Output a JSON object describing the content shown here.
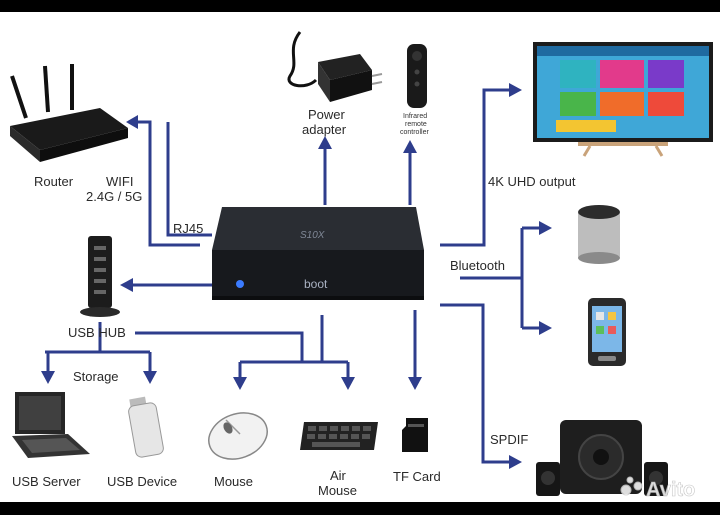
{
  "labels": {
    "router": "Router",
    "wifi": "WIFI",
    "wifi_bands": "2.4G / 5G",
    "rj45": "RJ45",
    "usb_hub": "USB HUB",
    "storage": "Storage",
    "usb_server": "USB Server",
    "usb_device": "USB Device",
    "mouse": "Mouse",
    "air_mouse_1": "Air",
    "air_mouse_2": "Mouse",
    "tf_card": "TF Card",
    "power_1": "Power",
    "power_2": "adapter",
    "remote_1": "Infrared",
    "remote_2": "remote",
    "remote_3": "controller",
    "output_4k": "4K UHD output",
    "bluetooth": "Bluetooth",
    "spdif": "SPDIF",
    "box_logo": "boot",
    "watermark": "Avito"
  },
  "colors": {
    "arrow": "#2e3d8c",
    "background": "#ffffff",
    "frame": "#000000"
  },
  "icons": {
    "router": "router-icon",
    "usb_hub": "usb-hub-icon",
    "laptop": "laptop-icon",
    "usb_stick": "usb-stick-icon",
    "mouse": "mouse-icon",
    "keyboard": "air-mouse-keyboard-icon",
    "sd_card": "tf-card-icon",
    "power": "power-adapter-icon",
    "remote": "remote-control-icon",
    "tv": "tv-icon",
    "speaker": "bluetooth-speaker-icon",
    "phone": "smartphone-icon",
    "subwoofer": "speaker-system-icon",
    "watermark": "avito-watermark-icon"
  }
}
